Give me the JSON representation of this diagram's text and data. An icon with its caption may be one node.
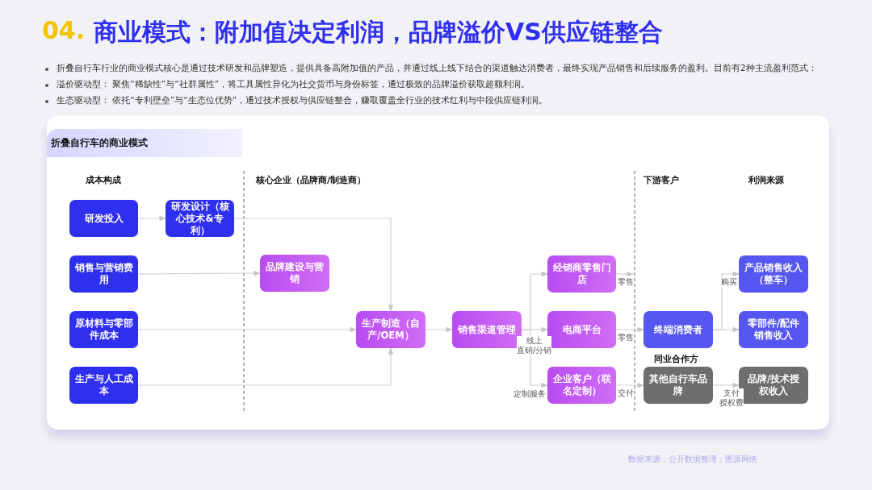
{
  "diagram": {
    "title": "商业模式：附加值决定利润，品牌溢价VS供应链整合",
    "nodes": [
      {
        "text": [
          "折叠自行车的商业模式"
        ]
      },
      {
        "text": [
          "研发投入"
        ]
      },
      {
        "text": [
          "研发设计（核心技术&专利）"
        ]
      },
      {
        "text": [
          "销售与营销费用"
        ]
      },
      {
        "text": [
          "品牌建设与营销"
        ]
      },
      {
        "text": [
          "原材料与零部件成本"
        ]
      },
      {
        "text": [
          "生产制造（自产/OEM）"
        ]
      },
      {
        "text": [
          "销售渠道管理"
        ]
      },
      {
        "text": [
          "经销商零售门店"
        ]
      },
      {
        "text": [
          "电商平台"
        ]
      },
      {
        "text": [
          "生产与人工成本"
        ]
      },
      {
        "text": [
          "企业客户（联名定制）"
        ]
      },
      {
        "text": [
          "终端消费者"
        ]
      },
      {
        "text": [
          "产品销售收入（整车）"
        ]
      },
      {
        "text": [
          "零部件/配件销售收入"
        ]
      },
      {
        "text": [
          "其他自行车品牌"
        ]
      },
      {
        "text": [
          "品牌/技术授权收入"
        ]
      }
    ],
    "edges": [
      {
        "from": 1,
        "to": 2,
        "arrow": "to"
      },
      {
        "from": 2,
        "to": 6,
        "arrow": "to"
      },
      {
        "from": 3,
        "to": 4,
        "arrow": "to"
      },
      {
        "from": 5,
        "to": 6,
        "arrow": "to"
      },
      {
        "from": 10,
        "to": 6,
        "arrow": "to"
      },
      {
        "from": 6,
        "to": 7,
        "arrow": "to"
      },
      {
        "from": 7,
        "to": 8,
        "arrow": "to"
      },
      {
        "from": 7,
        "to": 9,
        "arrow": "to",
        "label": "线上直销/分销"
      },
      {
        "from": 7,
        "to": 11,
        "arrow": "to",
        "label": "定制服务"
      },
      {
        "from": 8,
        "to": null,
        "arrow": "to",
        "label": "零售"
      },
      {
        "from": 9,
        "to": 12,
        "arrow": "to",
        "label": "零售"
      },
      {
        "from": 11,
        "to": 15,
        "arrow": "to",
        "label": "交付"
      },
      {
        "from": 12,
        "to": 13,
        "arrow": "to",
        "label": "购买"
      },
      {
        "from": 12,
        "to": 14,
        "arrow": "to"
      },
      {
        "from": 15,
        "to": 16,
        "arrow": "to",
        "label": "支付授权费"
      }
    ],
    "labels": [
      "04.",
      "折叠自行车行业的商业模式核心是通过技术研发和品牌塑造，提供具备高附加值的产品，并通过线上线下结合的渠道触达消费者，最终实现产品销售和后续服务的盈利。目前有2种主流盈利范式：",
      "溢价驱动型： 聚焦“稀缺性”与“社群属性”，将工具属性异化为社交货币与身份标签，通过极致的品牌溢价获取超额利润。",
      "生态驱动型： 依托“专利壁垒”与“生态位优势”，通过技术授权与供应链整合，赚取覆盖全行业的技术红利与中段供应链利润。",
      "成本构成",
      "核心企业（品牌商/制造商）",
      "下游客户",
      "利润来源",
      "同业合作方",
      "数据来源：公开数据整理；图源网络"
    ]
  }
}
